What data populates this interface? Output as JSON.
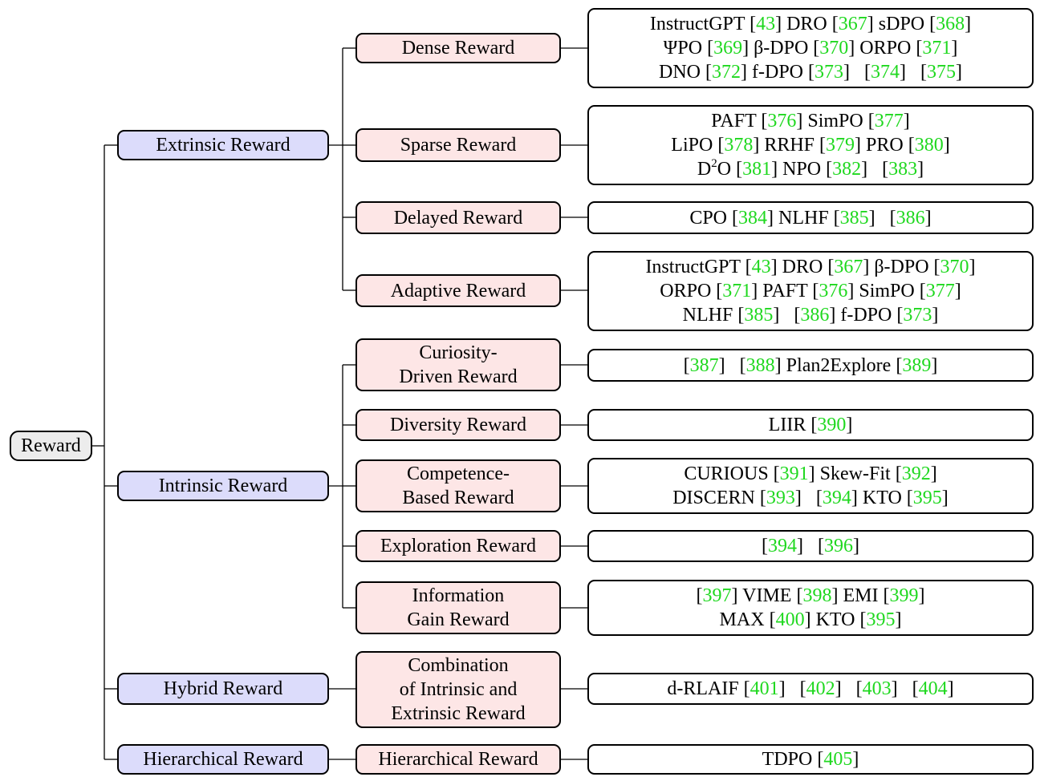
{
  "root": {
    "label": "Reward"
  },
  "extrinsic": {
    "label": "Extrinsic Reward",
    "dense": {
      "label": "Dense Reward"
    },
    "sparse": {
      "label": "Sparse Reward"
    },
    "delayed": {
      "label": "Delayed Reward"
    },
    "adaptive": {
      "label": "Adaptive Reward"
    }
  },
  "intrinsic": {
    "label": "Intrinsic Reward",
    "curiosity": {
      "label_line1": "Curiosity-",
      "label_line2": "Driven Reward"
    },
    "diversity": {
      "label": "Diversity Reward"
    },
    "competence": {
      "label_line1": "Competence-",
      "label_line2": "Based Reward"
    },
    "exploration": {
      "label": "Exploration Reward"
    },
    "infogain": {
      "label_line1": "Information",
      "label_line2": "Gain Reward"
    }
  },
  "hybrid": {
    "label": "Hybrid Reward",
    "combination": {
      "label_line1": "Combination",
      "label_line2": "of Intrinsic and",
      "label_line3": "Extrinsic Reward"
    }
  },
  "hierarchical": {
    "label": "Hierarchical Reward",
    "child": {
      "label": "Hierarchical Reward"
    }
  },
  "citations": {
    "dense": [
      [
        {
          "name": "InstructGPT",
          "ref": "43"
        },
        {
          "name": "DRO",
          "ref": "367"
        },
        {
          "name": "sDPO",
          "ref": "368"
        }
      ],
      [
        {
          "name": "ΨPO",
          "ref": "369"
        },
        {
          "name": "β-DPO",
          "ref": "370"
        },
        {
          "name": "ORPO",
          "ref": "371"
        }
      ],
      [
        {
          "name": "DNO",
          "ref": "372"
        },
        {
          "name": "f-DPO",
          "ref": "373"
        },
        {
          "name": "",
          "ref": "374"
        },
        {
          "name": "",
          "ref": "375"
        }
      ]
    ],
    "sparse": [
      [
        {
          "name": "PAFT",
          "ref": "376"
        },
        {
          "name": "SimPO",
          "ref": "377"
        }
      ],
      [
        {
          "name": "LiPO",
          "ref": "378"
        },
        {
          "name": "RRHF",
          "ref": "379"
        },
        {
          "name": "PRO",
          "ref": "380"
        }
      ],
      [
        {
          "name": "D2O",
          "ref": "381"
        },
        {
          "name": "NPO",
          "ref": "382"
        },
        {
          "name": "",
          "ref": "383"
        }
      ]
    ],
    "delayed": [
      [
        {
          "name": "CPO",
          "ref": "384"
        },
        {
          "name": "NLHF",
          "ref": "385"
        },
        {
          "name": "",
          "ref": "386"
        }
      ]
    ],
    "adaptive": [
      [
        {
          "name": "InstructGPT",
          "ref": "43"
        },
        {
          "name": "DRO",
          "ref": "367"
        },
        {
          "name": "β-DPO",
          "ref": "370"
        }
      ],
      [
        {
          "name": "ORPO",
          "ref": "371"
        },
        {
          "name": "PAFT",
          "ref": "376"
        },
        {
          "name": "SimPO",
          "ref": "377"
        }
      ],
      [
        {
          "name": "NLHF",
          "ref": "385"
        },
        {
          "name": "",
          "ref": "386"
        },
        {
          "name": "f-DPO",
          "ref": "373"
        }
      ]
    ],
    "curiosity": [
      [
        {
          "name": "",
          "ref": "387"
        },
        {
          "name": "",
          "ref": "388"
        },
        {
          "name": "Plan2Explore",
          "ref": "389"
        }
      ]
    ],
    "diversity": [
      [
        {
          "name": "LIIR",
          "ref": "390"
        }
      ]
    ],
    "competence": [
      [
        {
          "name": "CURIOUS",
          "ref": "391"
        },
        {
          "name": "Skew-Fit",
          "ref": "392"
        }
      ],
      [
        {
          "name": "DISCERN",
          "ref": "393"
        },
        {
          "name": "",
          "ref": "394"
        },
        {
          "name": "KTO",
          "ref": "395"
        }
      ]
    ],
    "exploration": [
      [
        {
          "name": "",
          "ref": "394"
        },
        {
          "name": "",
          "ref": "396"
        }
      ]
    ],
    "infogain": [
      [
        {
          "name": "",
          "ref": "397"
        },
        {
          "name": "VIME",
          "ref": "398"
        },
        {
          "name": "EMI",
          "ref": "399"
        }
      ],
      [
        {
          "name": "MAX",
          "ref": "400"
        },
        {
          "name": "KTO",
          "ref": "395"
        }
      ]
    ],
    "combination": [
      [
        {
          "name": "d-RLAIF",
          "ref": "401"
        },
        {
          "name": "",
          "ref": "402"
        },
        {
          "name": "",
          "ref": "403"
        },
        {
          "name": "",
          "ref": "404"
        }
      ]
    ],
    "hierarchical": [
      [
        {
          "name": "TDPO",
          "ref": "405"
        }
      ]
    ]
  },
  "colors": {
    "root_fill": "#ececec",
    "level1_fill": "#dcdcfb",
    "level2_fill": "#fde6e6",
    "leaf_fill": "#ffffff",
    "reference": "#1fd81f"
  }
}
